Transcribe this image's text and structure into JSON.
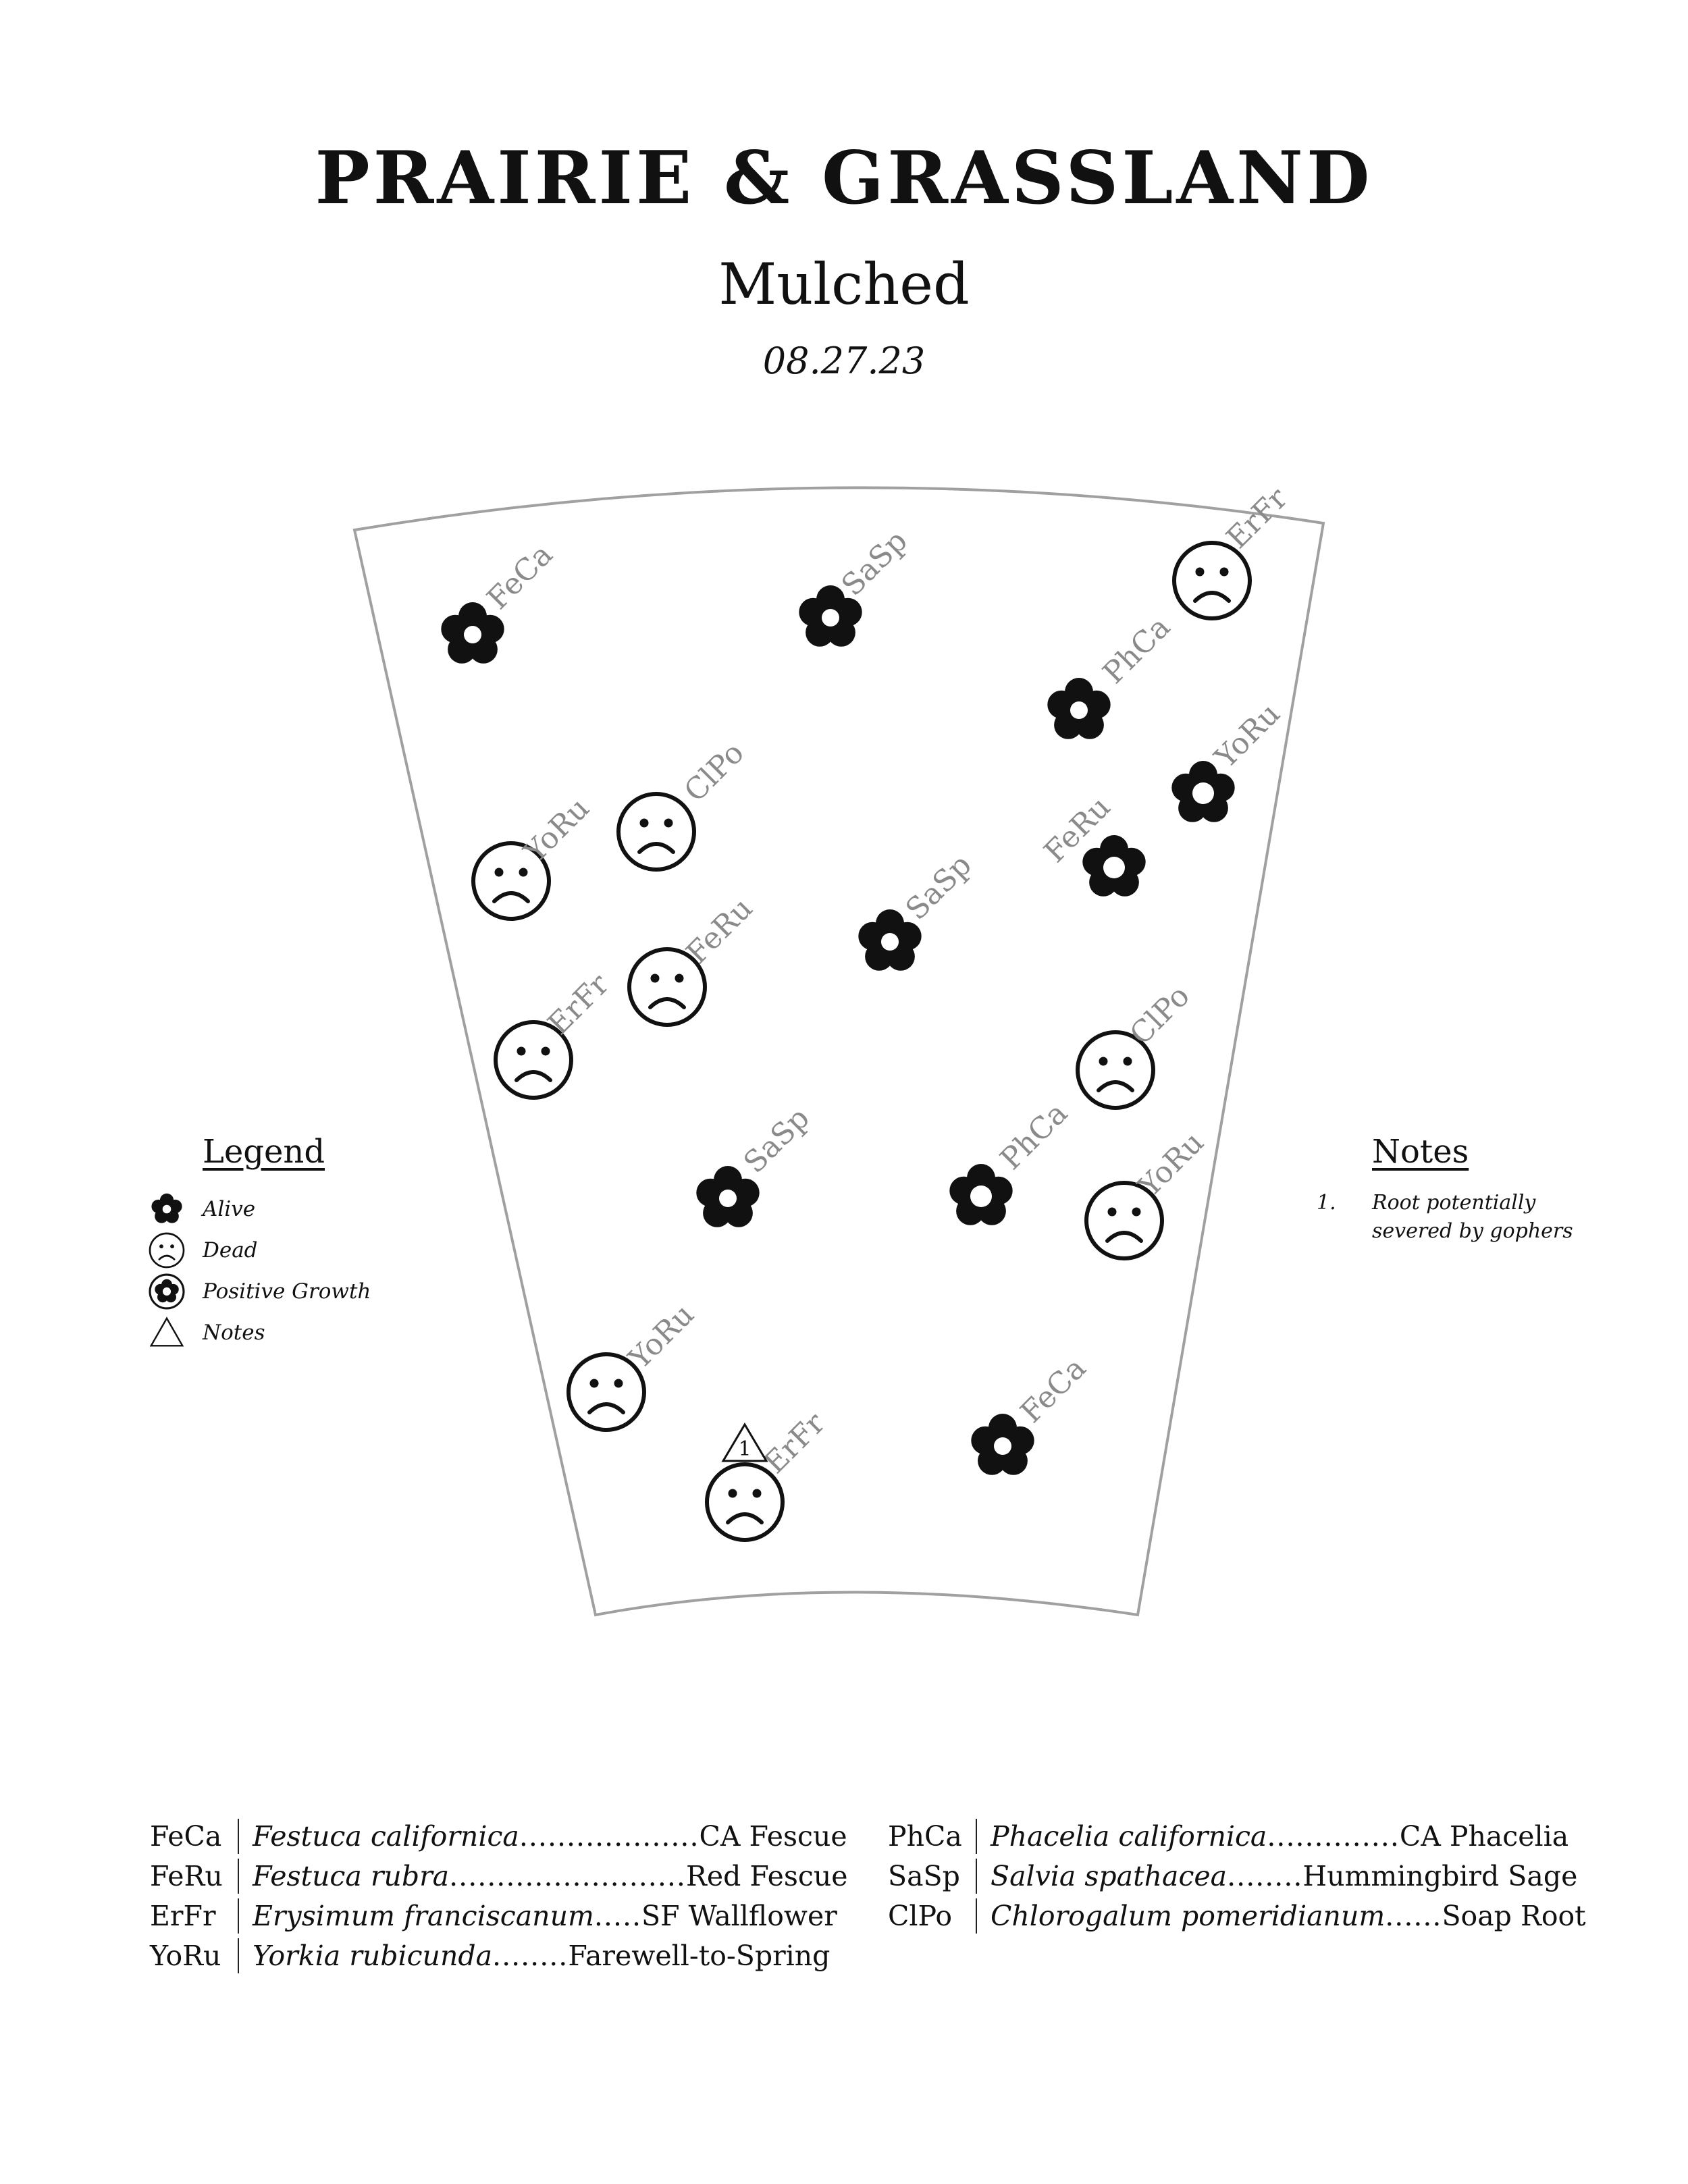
{
  "header": {
    "title": "PRAIRIE & GRASSLAND",
    "subtitle": "Mulched",
    "date": "08.27.23"
  },
  "colors": {
    "ink": "#111111",
    "outline": "#a0a0a0",
    "tag": "#8a8a8a"
  },
  "plot_markers": [
    {
      "code": "FeCa",
      "status": "alive"
    },
    {
      "code": "SaSp",
      "status": "alive"
    },
    {
      "code": "ErFr",
      "status": "dead"
    },
    {
      "code": "PhCa",
      "status": "alive"
    },
    {
      "code": "YoRu",
      "status": "growth"
    },
    {
      "code": "ClPo",
      "status": "dead"
    },
    {
      "code": "YoRu",
      "status": "dead"
    },
    {
      "code": "FeRu",
      "status": "growth"
    },
    {
      "code": "SaSp",
      "status": "alive"
    },
    {
      "code": "FeRu",
      "status": "dead"
    },
    {
      "code": "ErFr",
      "status": "dead"
    },
    {
      "code": "ClPo",
      "status": "dead"
    },
    {
      "code": "SaSp",
      "status": "alive"
    },
    {
      "code": "PhCa",
      "status": "growth"
    },
    {
      "code": "YoRu",
      "status": "dead"
    },
    {
      "code": "YoRu",
      "status": "dead"
    },
    {
      "code": "FeCa",
      "status": "alive"
    },
    {
      "code": "ErFr",
      "status": "dead",
      "note": "1"
    }
  ],
  "legend": {
    "title": "Legend",
    "items": [
      {
        "label": "Alive",
        "icon": "flower-icon"
      },
      {
        "label": "Dead",
        "icon": "sad-face-icon"
      },
      {
        "label": "Positive Growth",
        "icon": "growth-flower-icon"
      },
      {
        "label": "Notes",
        "icon": "triangle-icon"
      }
    ]
  },
  "notes": {
    "title": "Notes",
    "items": [
      {
        "index": "1.",
        "text": "Root potentially severed by gophers"
      }
    ]
  },
  "species": {
    "col1": [
      {
        "code": "FeCa",
        "latin": "Festuca californica",
        "dots": "...................",
        "common": "CA Fescue"
      },
      {
        "code": "FeRu",
        "latin": "Festuca rubra",
        "dots": ".........................",
        "common": "Red Fescue"
      },
      {
        "code": "ErFr",
        "latin": "Erysimum franciscanum",
        "dots": ".....",
        "common": "SF Wallflower"
      },
      {
        "code": "YoRu",
        "latin": "Yorkia rubicunda",
        "dots": "........",
        "common": "Farewell-to-Spring"
      }
    ],
    "col2": [
      {
        "code": "PhCa",
        "latin": "Phacelia californica",
        "dots": "..............",
        "common": "CA Phacelia"
      },
      {
        "code": "SaSp",
        "latin": "Salvia spathacea",
        "dots": "........",
        "common": "Hummingbird Sage"
      },
      {
        "code": "ClPo",
        "latin": "Chlorogalum pomeridianum",
        "dots": "......",
        "common": "Soap Root"
      }
    ]
  }
}
